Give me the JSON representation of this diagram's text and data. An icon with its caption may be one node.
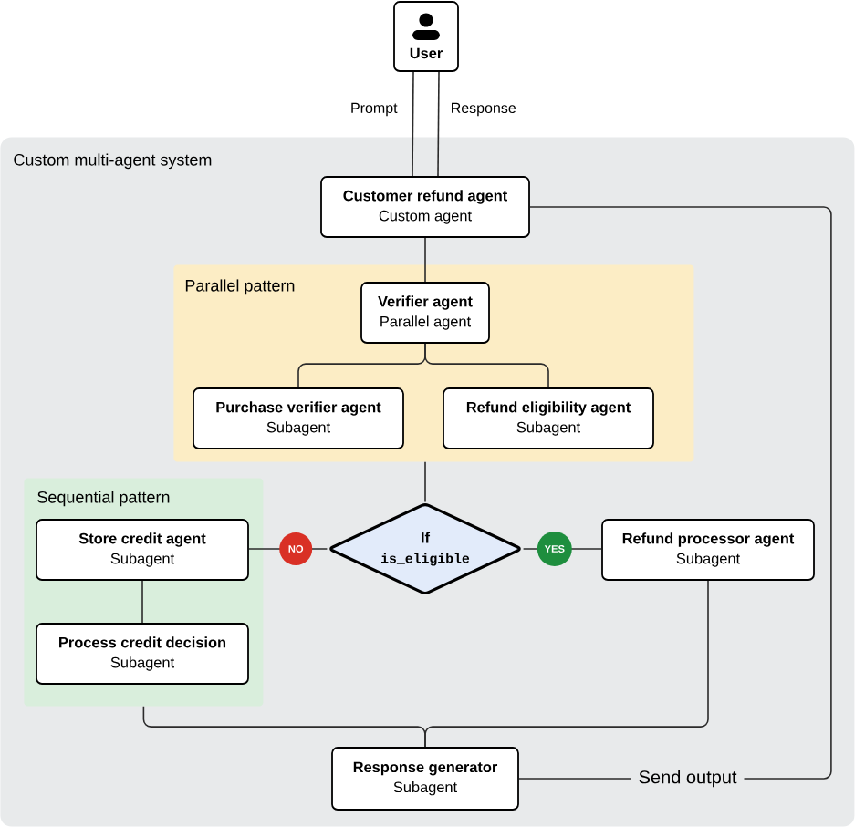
{
  "diagram": {
    "nodes": [
      {
        "text": [
          "User"
        ]
      },
      {
        "text": [
          "Custom multi-agent system"
        ]
      },
      {
        "text": [
          "Customer refund agent",
          "Custom agent"
        ],
        "in": 1
      },
      {
        "text": [
          "Parallel pattern"
        ],
        "in": 1
      },
      {
        "text": [
          "Verifier agent",
          "Parallel agent"
        ],
        "in": 3
      },
      {
        "text": [
          "Purchase verifier agent",
          "Subagent"
        ],
        "in": 3
      },
      {
        "text": [
          "Refund eligibility agent",
          "Subagent"
        ],
        "in": 3
      },
      {
        "text": [
          "Sequential pattern"
        ],
        "in": 1
      },
      {
        "text": [
          "Store credit agent",
          "Subagent"
        ],
        "in": 7
      },
      {
        "text": [
          "Process credit decision",
          "Subagent"
        ],
        "in": 7
      },
      {
        "text": [
          "If",
          "is_eligible"
        ],
        "in": 1
      },
      {
        "text": [
          "Refund processor agent",
          "Subagent"
        ],
        "in": 1
      },
      {
        "text": [
          "Response generator",
          "Subagent"
        ],
        "in": 1
      }
    ],
    "edges": [
      {
        "from": 0,
        "to": 2,
        "arrow": "none",
        "label": "Prompt"
      },
      {
        "from": 2,
        "to": 0,
        "arrow": "none",
        "label": "Response"
      },
      {
        "from": 2,
        "to": 4,
        "arrow": "none"
      },
      {
        "from": 4,
        "to": 5,
        "arrow": "none"
      },
      {
        "from": 4,
        "to": 6,
        "arrow": "none"
      },
      {
        "from": 3,
        "to": 10,
        "arrow": "none"
      },
      {
        "from": 10,
        "to": 8,
        "arrow": "none",
        "label": "NO"
      },
      {
        "from": 10,
        "to": 11,
        "arrow": "none",
        "label": "YES"
      },
      {
        "from": 8,
        "to": 9,
        "arrow": "none"
      },
      {
        "from": 7,
        "to": 12,
        "arrow": "none"
      },
      {
        "from": 11,
        "to": 12,
        "arrow": "none"
      },
      {
        "from": 12,
        "to": 2,
        "arrow": "none",
        "label": "Send output"
      }
    ]
  }
}
